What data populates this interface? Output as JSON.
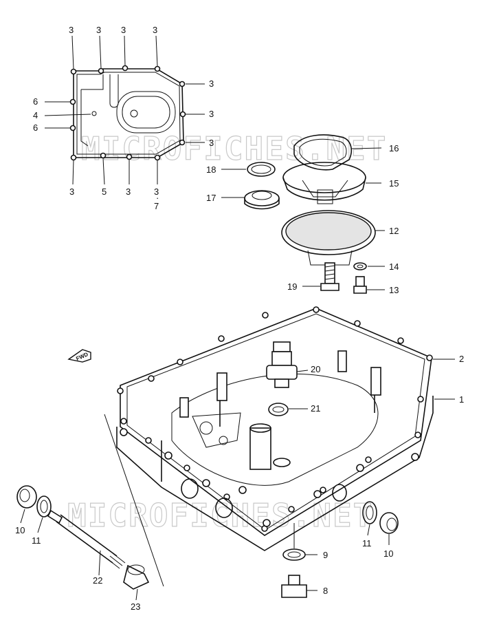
{
  "watermarks": [
    "MICROFICHES.NET",
    "MICROFICHES.NET"
  ],
  "fwd_label": "FWD",
  "callouts": {
    "c1": "1",
    "c2": "2",
    "c3": "3",
    "c4": "4",
    "c5": "5",
    "c6": "6",
    "c7": "7",
    "c8": "8",
    "c9": "9",
    "c10": "10",
    "c11": "11",
    "c12": "12",
    "c13": "13",
    "c14": "14",
    "c15": "15",
    "c16": "16",
    "c17": "17",
    "c18": "18",
    "c19": "19",
    "c20": "20",
    "c21": "21",
    "c22": "22",
    "c23": "23"
  }
}
